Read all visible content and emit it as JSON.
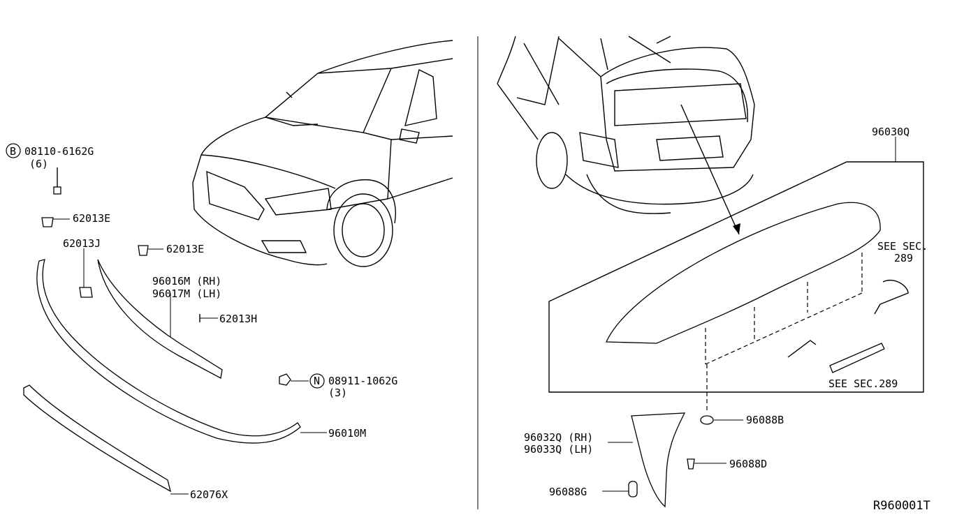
{
  "diagram": {
    "ref_code": "R960001T",
    "callouts": {
      "bolt": {
        "prefix": "B",
        "part": "08110-6162G",
        "qty": "(6)"
      },
      "clip_a": "62013E",
      "clip_j": "62013J",
      "clip_b": "62013E",
      "trim_rh": "96016M (RH)",
      "trim_lh": "96017M (LH)",
      "clip_h": "62013H",
      "nut": {
        "prefix": "N",
        "part": "08911-1062G",
        "qty": "(3)"
      },
      "spoiler_front": "96010M",
      "strip": "62076X",
      "rear_spoiler": "96030Q",
      "see_sec_1_a": "SEE SEC.",
      "see_sec_1_b": "289",
      "see_sec_2": "SEE SEC.289",
      "grommet": "96088B",
      "side_rh": "96032Q (RH)",
      "side_lh": "96033Q (LH)",
      "screw": "96088D",
      "seal": "96088G"
    }
  }
}
